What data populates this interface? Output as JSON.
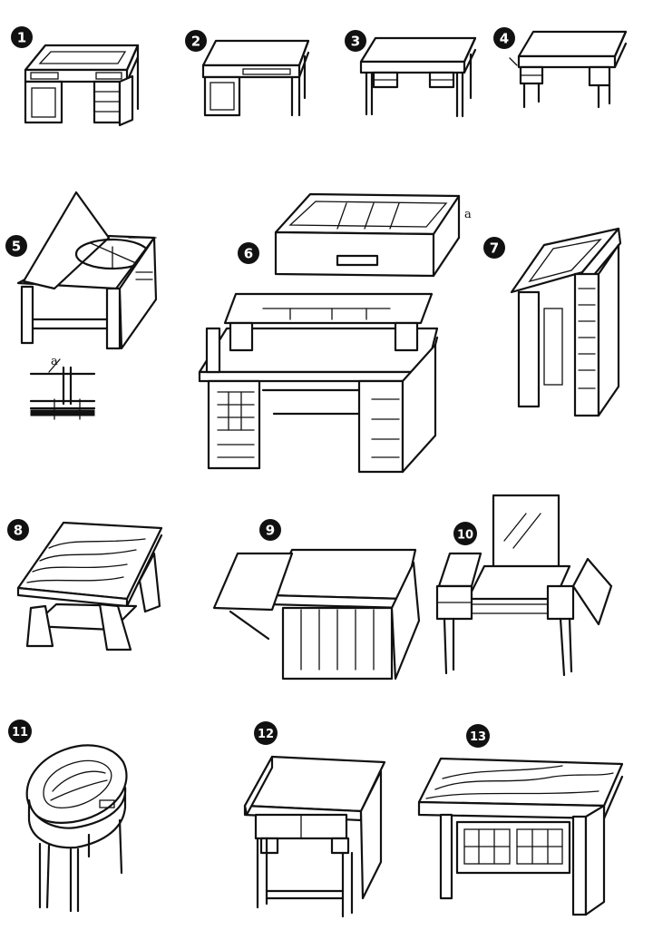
{
  "plate": {
    "items": [
      {
        "number": "1"
      },
      {
        "number": "2"
      },
      {
        "number": "3"
      },
      {
        "number": "4"
      },
      {
        "number": "5"
      },
      {
        "number": "6"
      },
      {
        "number": "7"
      },
      {
        "number": "8"
      },
      {
        "number": "9"
      },
      {
        "number": "10"
      },
      {
        "number": "11"
      },
      {
        "number": "12"
      },
      {
        "number": "13"
      }
    ],
    "labels": {
      "tray_label": "a",
      "joint_label": "a"
    }
  },
  "colors": {
    "ink": "#111111",
    "paper": "#ffffff"
  }
}
